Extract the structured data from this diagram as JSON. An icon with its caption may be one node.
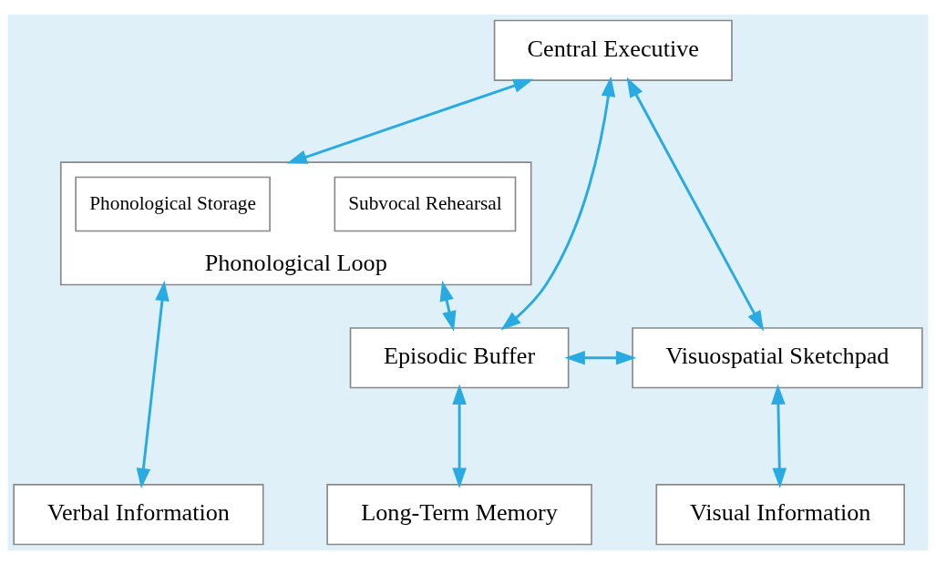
{
  "diagram": {
    "nodes": [
      {
        "text": [
          "Central Executive"
        ]
      },
      {
        "text": [
          "Phonological Loop"
        ]
      },
      {
        "text": [
          "Phonological Storage"
        ],
        "in": 1
      },
      {
        "text": [
          "Subvocal Rehearsal"
        ],
        "in": 1
      },
      {
        "text": [
          "Episodic Buffer"
        ]
      },
      {
        "text": [
          "Visuospatial Sketchpad"
        ]
      },
      {
        "text": [
          "Verbal Information"
        ]
      },
      {
        "text": [
          "Long-Term Memory"
        ]
      },
      {
        "text": [
          "Visual Information"
        ]
      }
    ],
    "edges": [
      {
        "from": 0,
        "to": 1,
        "arrow": "both"
      },
      {
        "from": 0,
        "to": 4,
        "arrow": "both"
      },
      {
        "from": 0,
        "to": 5,
        "arrow": "both"
      },
      {
        "from": 1,
        "to": 4,
        "arrow": "both"
      },
      {
        "from": 4,
        "to": 5,
        "arrow": "both"
      },
      {
        "from": 1,
        "to": 6,
        "arrow": "both"
      },
      {
        "from": 4,
        "to": 7,
        "arrow": "both"
      },
      {
        "from": 5,
        "to": 8,
        "arrow": "both"
      }
    ]
  }
}
